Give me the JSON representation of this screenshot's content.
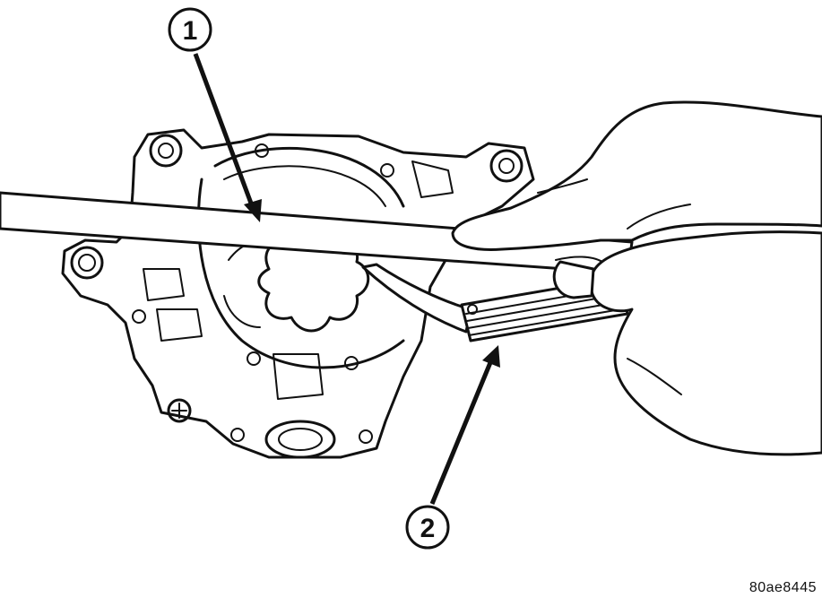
{
  "callouts": [
    {
      "label": "1",
      "target": "straightedge"
    },
    {
      "label": "2",
      "target": "feeler-gauge"
    }
  ],
  "figure_code": "80ae8445",
  "colors": {
    "ink": "#111111",
    "background": "#ffffff"
  }
}
